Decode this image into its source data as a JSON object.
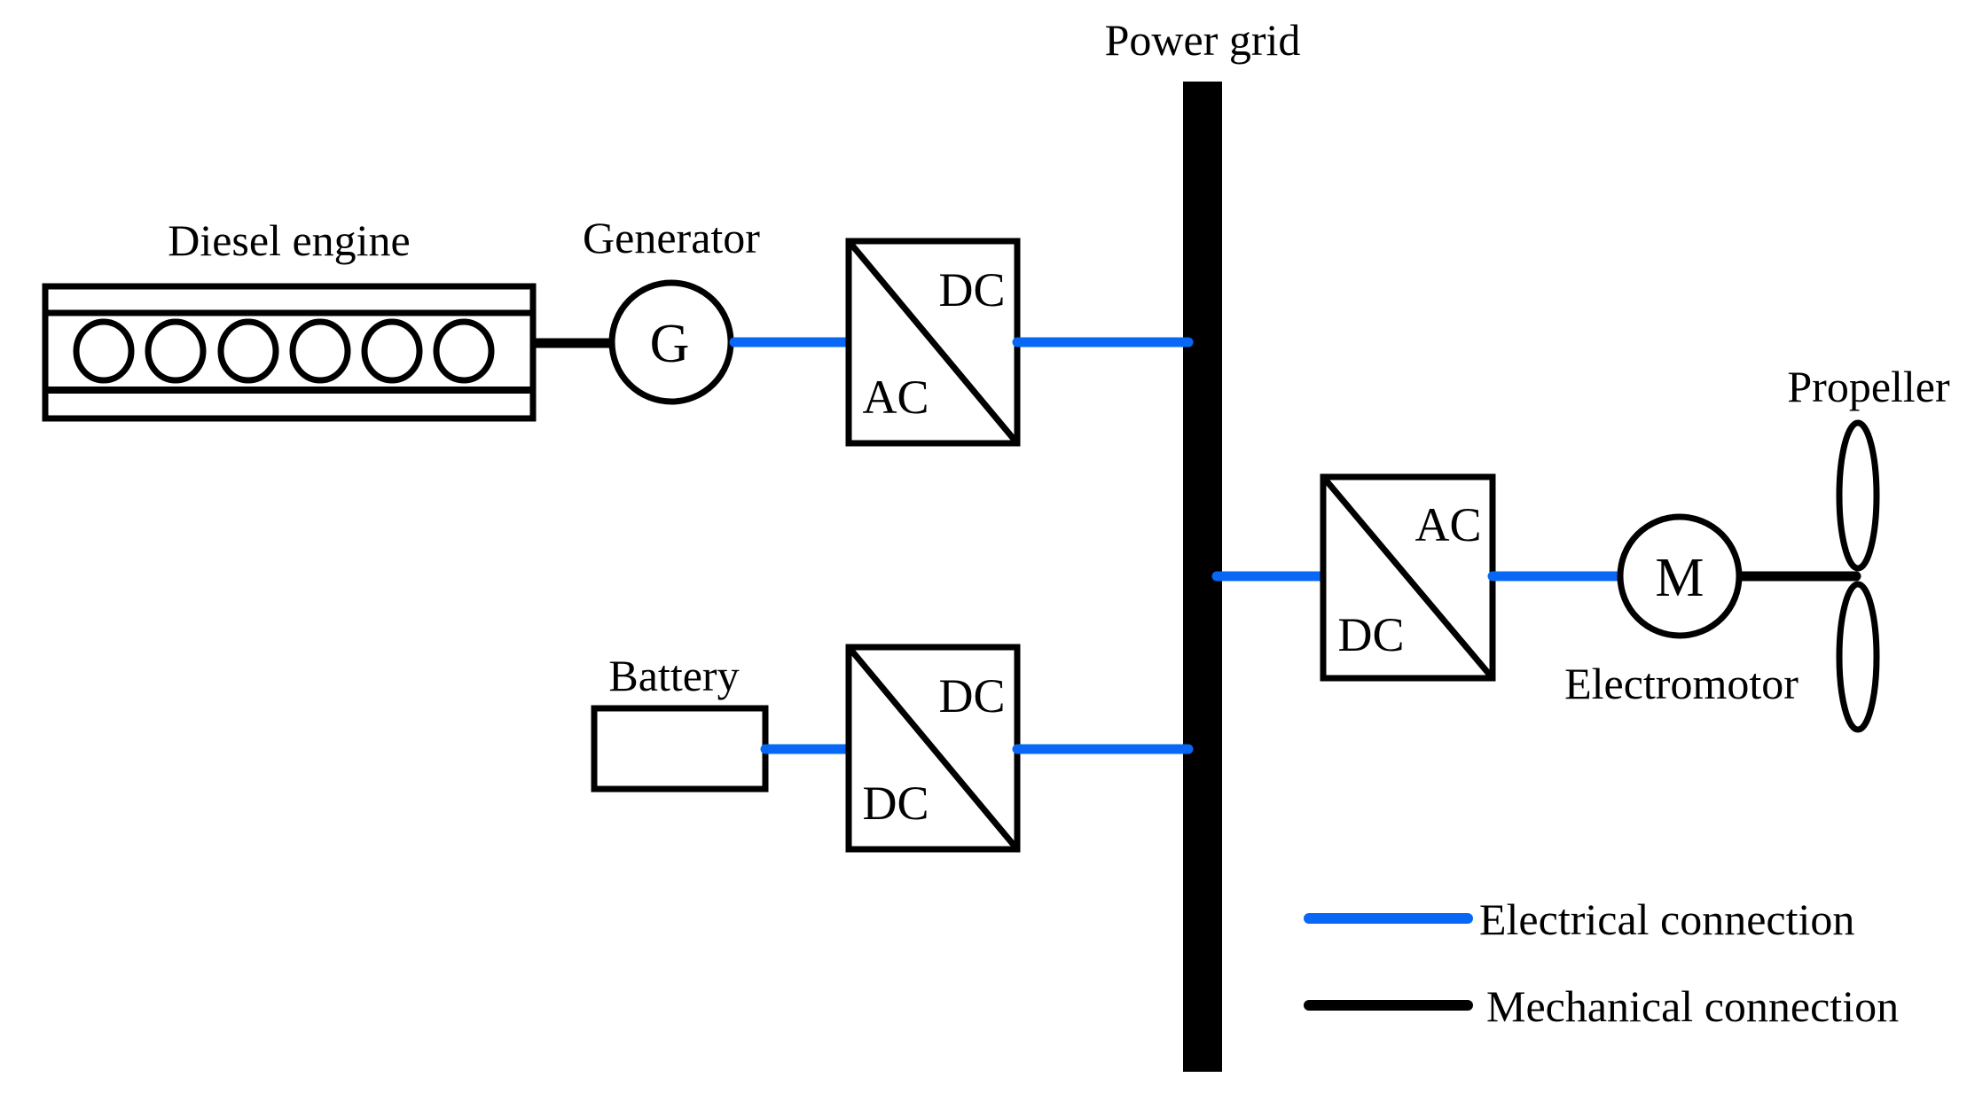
{
  "colors": {
    "electrical": "#0868F5",
    "mechanical": "#000000"
  },
  "labels": {
    "power_grid": "Power grid",
    "diesel_engine": "Diesel engine",
    "generator": "Generator",
    "generator_symbol": "G",
    "battery": "Battery",
    "electromotor": "Electromotor",
    "electromotor_symbol": "M",
    "propeller": "Propeller"
  },
  "converters": {
    "generator_rectifier": {
      "top_right": "DC",
      "bottom_left": "AC"
    },
    "battery_chopper": {
      "top_right": "DC",
      "bottom_left": "DC"
    },
    "motor_inverter": {
      "top_right": "AC",
      "bottom_left": "DC"
    }
  },
  "legend": {
    "electrical": "Electrical connection",
    "mechanical": "Mechanical connection"
  }
}
